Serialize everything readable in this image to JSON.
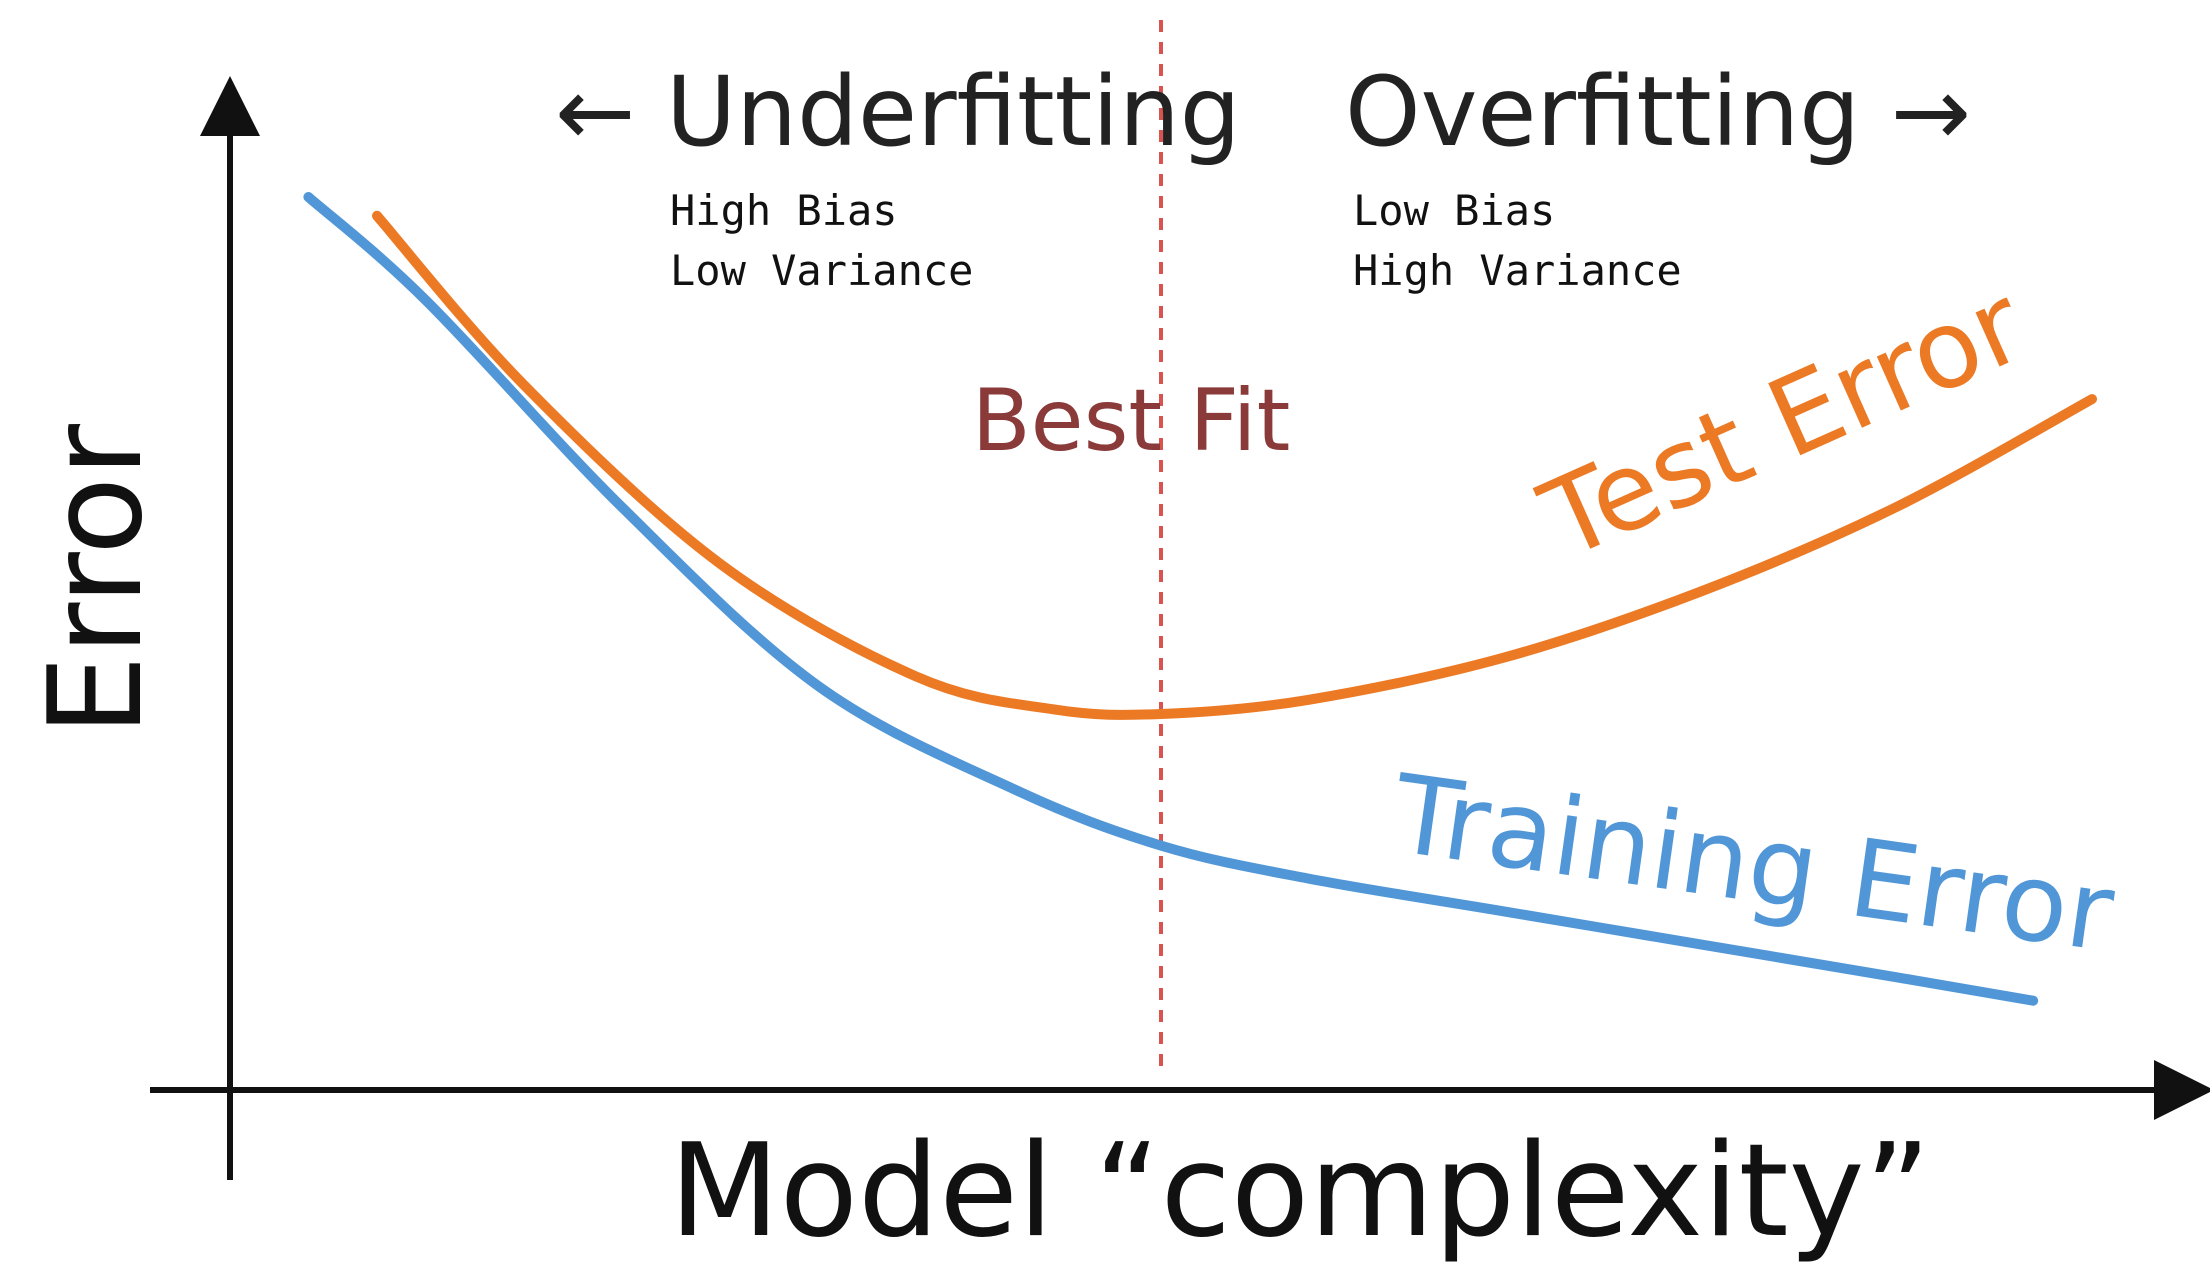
{
  "chart_data": {
    "type": "line",
    "title": "",
    "xlabel": "Model “complexity”",
    "ylabel": "Error",
    "grid": false,
    "regions": {
      "left": {
        "label": "← Underfitting",
        "lines": [
          "High Bias",
          "Low Variance"
        ]
      },
      "right": {
        "label": "Overfitting →",
        "lines": [
          "Low Bias",
          "High Variance"
        ]
      }
    },
    "divider": {
      "label": "Best Fit",
      "x": 4.75,
      "color": "#d9534f",
      "label_color": "#8b3a3a"
    },
    "xlim": [
      0,
      10
    ],
    "ylim": [
      0,
      10
    ],
    "series": [
      {
        "name": "Test Error",
        "color": "#ec7a25",
        "x": [
          0.75,
          1.5,
          2.5,
          3.5,
          4.2,
          4.75,
          5.5,
          6.5,
          7.5,
          8.5,
          9.5
        ],
        "y": [
          9.3,
          7.5,
          5.6,
          4.4,
          4.05,
          4.0,
          4.15,
          4.6,
          5.3,
          6.2,
          7.35
        ]
      },
      {
        "name": "Training Error",
        "color": "#5197d7",
        "x": [
          0.4,
          1.0,
          2.0,
          3.0,
          4.0,
          4.75,
          5.5,
          6.5,
          7.5,
          8.5,
          9.2
        ],
        "y": [
          9.5,
          8.4,
          6.2,
          4.3,
          3.2,
          2.6,
          2.25,
          1.9,
          1.55,
          1.2,
          0.95
        ]
      }
    ]
  }
}
